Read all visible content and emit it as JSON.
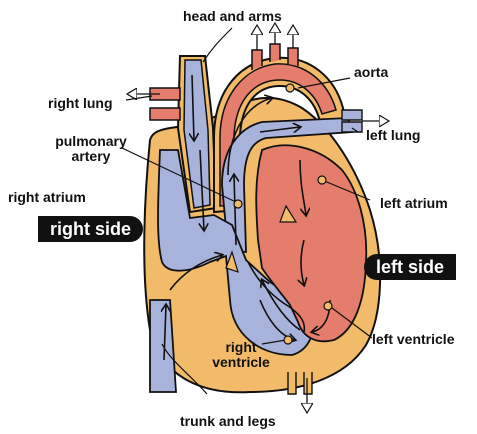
{
  "colors": {
    "outline": "#f2bb6a",
    "blue": "#a8b3dc",
    "red": "#e57d6c",
    "stroke": "#111111",
    "label_bg": "#111111",
    "label_text": "#ffffff"
  },
  "labels": {
    "head_and_arms": "head and arms",
    "aorta": "aorta",
    "right_lung": "right lung",
    "left_lung": "left lung",
    "pulmonary_artery_1": "pulmonary",
    "pulmonary_artery_2": "artery",
    "right_atrium": "right atrium",
    "left_atrium": "left atrium",
    "right_side": "right side",
    "left_side": "left side",
    "right_ventricle_1": "right",
    "right_ventricle_2": "ventricle",
    "left_ventricle": "left ventricle",
    "trunk_and_legs": "trunk and legs"
  }
}
